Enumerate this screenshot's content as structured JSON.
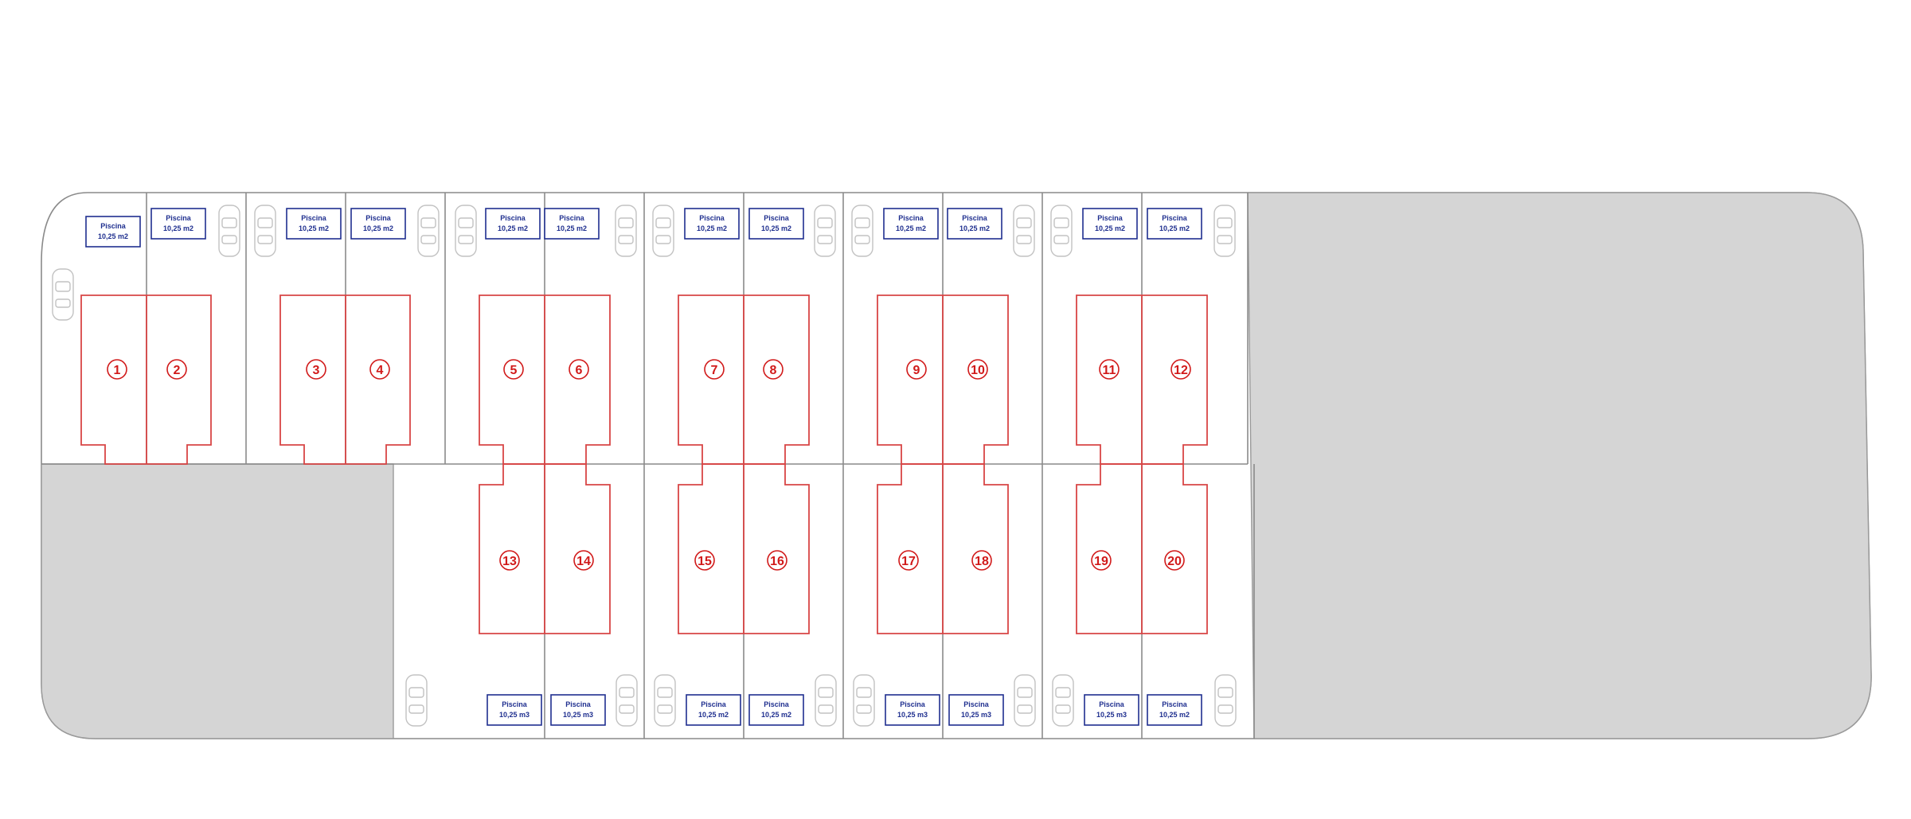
{
  "site_plan": {
    "pools": [
      {
        "lot": 1,
        "label": "Piscina",
        "area": "10,25 m2"
      },
      {
        "lot": 2,
        "label": "Piscina",
        "area": "10,25 m2"
      },
      {
        "lot": 3,
        "label": "Piscina",
        "area": "10,25 m2"
      },
      {
        "lot": 4,
        "label": "Piscina",
        "area": "10,25 m2"
      },
      {
        "lot": 5,
        "label": "Piscina",
        "area": "10,25 m2"
      },
      {
        "lot": 6,
        "label": "Piscina",
        "area": "10,25 m2"
      },
      {
        "lot": 7,
        "label": "Piscina",
        "area": "10,25 m2"
      },
      {
        "lot": 8,
        "label": "Piscina",
        "area": "10,25 m2"
      },
      {
        "lot": 9,
        "label": "Piscina",
        "area": "10,25 m2"
      },
      {
        "lot": 10,
        "label": "Piscina",
        "area": "10,25 m2"
      },
      {
        "lot": 11,
        "label": "Piscina",
        "area": "10,25 m2"
      },
      {
        "lot": 12,
        "label": "Piscina",
        "area": "10,25 m2"
      },
      {
        "lot": 13,
        "label": "Piscina",
        "area": "10,25 m3"
      },
      {
        "lot": 14,
        "label": "Piscina",
        "area": "10,25 m3"
      },
      {
        "lot": 15,
        "label": "Piscina",
        "area": "10,25 m2"
      },
      {
        "lot": 16,
        "label": "Piscina",
        "area": "10,25 m2"
      },
      {
        "lot": 17,
        "label": "Piscina",
        "area": "10,25 m3"
      },
      {
        "lot": 18,
        "label": "Piscina",
        "area": "10,25 m3"
      },
      {
        "lot": 19,
        "label": "Piscina",
        "area": "10,25 m3"
      },
      {
        "lot": 20,
        "label": "Piscina",
        "area": "10,25 m2"
      }
    ],
    "lot_numbers": [
      "1",
      "2",
      "3",
      "4",
      "5",
      "6",
      "7",
      "8",
      "9",
      "10",
      "11",
      "12",
      "13",
      "14",
      "15",
      "16",
      "17",
      "18",
      "19",
      "20"
    ],
    "colors": {
      "lot_lines": "#8a8a8a",
      "footprints": "#d84545",
      "numbers": "#d11a1a",
      "pool_boxes": "#1f2f8f",
      "common_areas": "#d5d5d5",
      "cars": "#c2c2c2"
    }
  }
}
